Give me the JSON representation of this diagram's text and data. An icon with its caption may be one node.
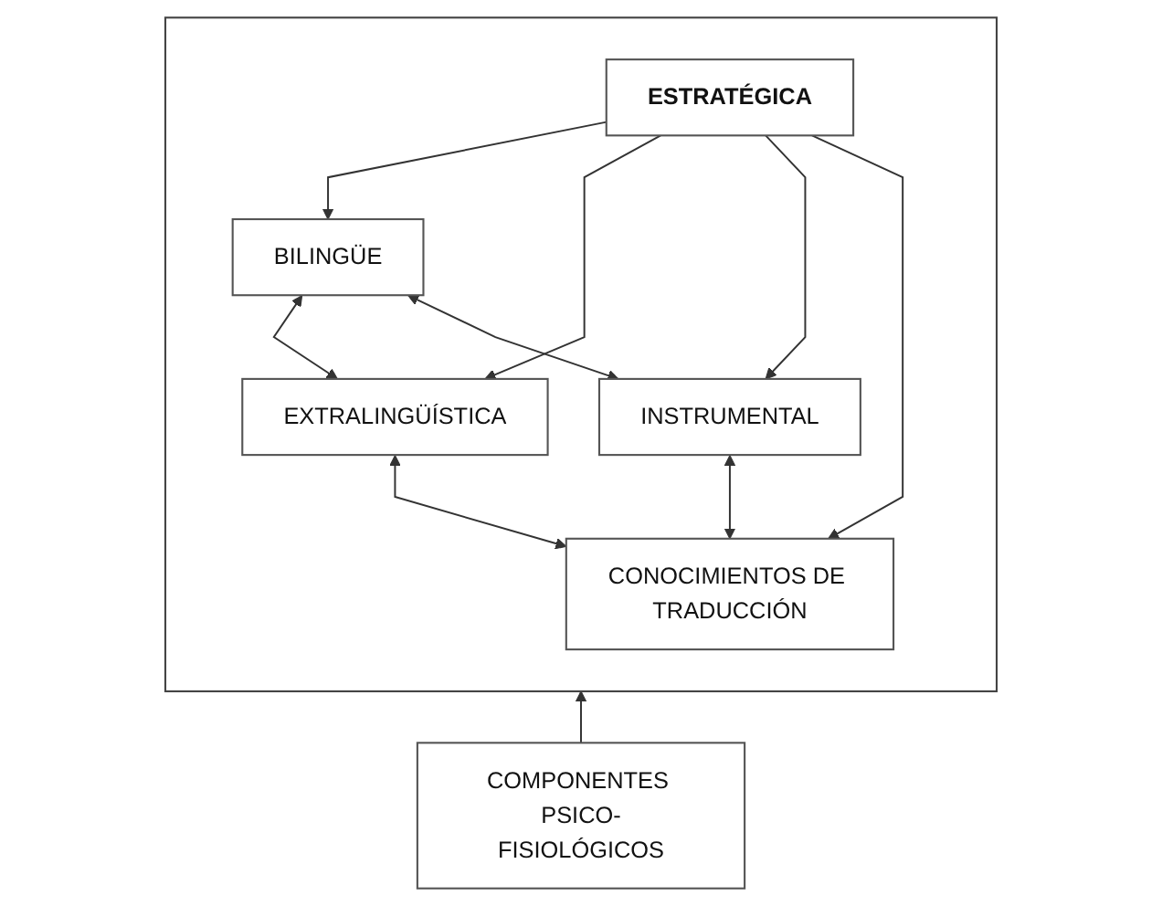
{
  "diagram": {
    "nodes": [
      {
        "text": [],
        "shape": "box"
      },
      {
        "text": [
          "BILINGÜE"
        ],
        "in": 0
      },
      {
        "text": [
          "EXTRALINGÜÍSTICA"
        ],
        "in": 0
      },
      {
        "text": [
          "ESTRATÉGICA"
        ],
        "in": 0
      },
      {
        "text": [
          "INSTRUMENTAL"
        ],
        "in": 0
      },
      {
        "text": [
          "CONOCIMIENTOS DE TRADUCCIÓN"
        ],
        "in": 0
      },
      {
        "text": [
          "COMPONENTES PSICO-FISIOLÓGICOS"
        ]
      }
    ],
    "edges": [
      {
        "from": 1,
        "to": 2,
        "arrow": "both"
      },
      {
        "from": 1,
        "to": 4,
        "arrow": "both"
      },
      {
        "from": 3,
        "to": 1,
        "arrow": "to"
      },
      {
        "from": 3,
        "to": 2,
        "arrow": "to"
      },
      {
        "from": 2,
        "to": 5,
        "arrow": "both"
      },
      {
        "from": 3,
        "to": 4,
        "arrow": "to"
      },
      {
        "from": 3,
        "to": 5,
        "arrow": "to"
      },
      {
        "from": 4,
        "to": 5,
        "arrow": "both"
      },
      {
        "from": 6,
        "to": 0,
        "arrow": "to"
      }
    ]
  }
}
